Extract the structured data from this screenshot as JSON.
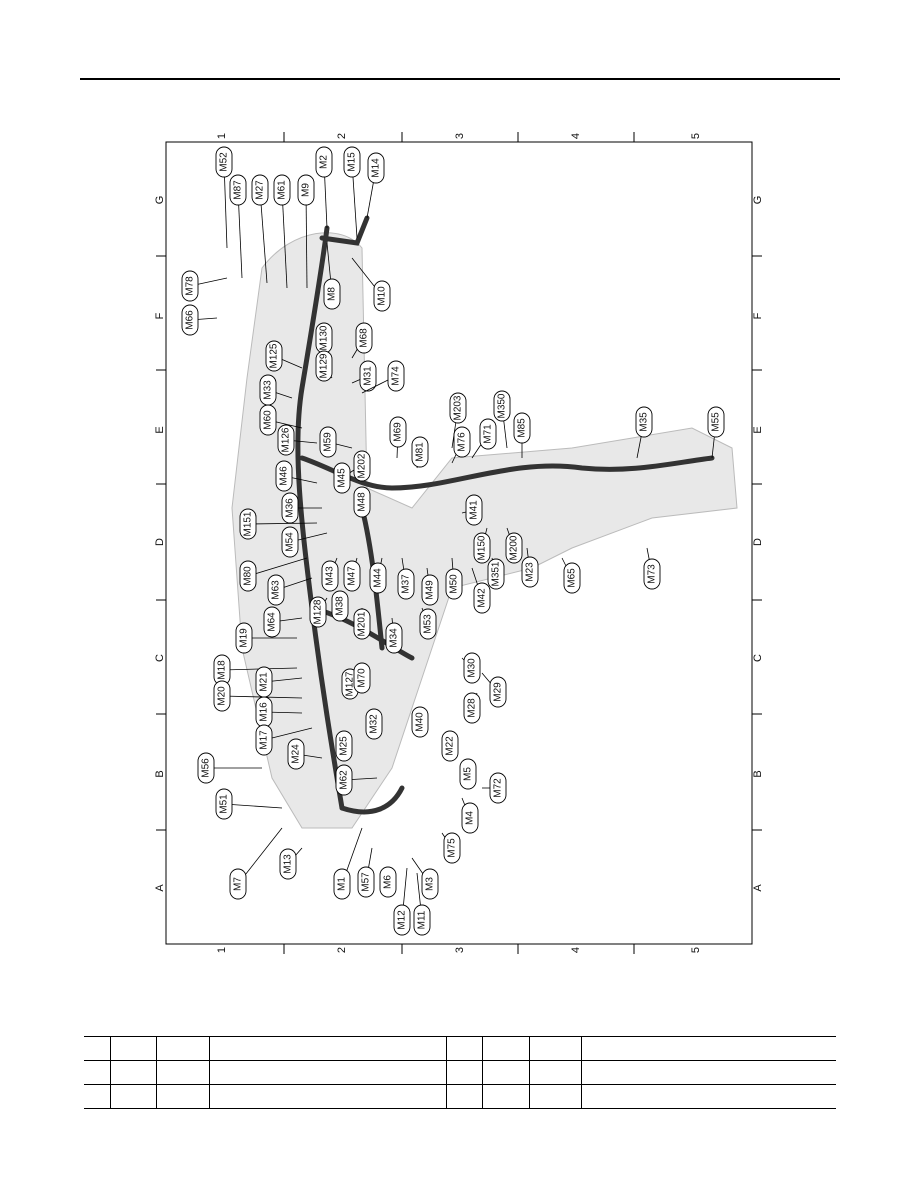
{
  "columns": [
    "1",
    "2",
    "3",
    "4",
    "5"
  ],
  "rows": [
    "G",
    "F",
    "E",
    "D",
    "C",
    "B",
    "A"
  ],
  "connectors": [
    "M52",
    "M87",
    "M27",
    "M61",
    "M9",
    "M2",
    "M15",
    "M14",
    "M78",
    "M66",
    "M8",
    "M10",
    "M125",
    "M130",
    "M68",
    "M33",
    "M129",
    "M31",
    "M74",
    "M60",
    "M126",
    "M59",
    "M69",
    "M203",
    "M350",
    "M35",
    "M55",
    "M46",
    "M45",
    "M202",
    "M48",
    "M81",
    "M76",
    "M71",
    "M85",
    "M36",
    "M151",
    "M54",
    "M41",
    "M150",
    "M200",
    "M80",
    "M63",
    "M43",
    "M47",
    "M44",
    "M37",
    "M49",
    "M50",
    "M42",
    "M351",
    "M23",
    "M65",
    "M73",
    "M19",
    "M64",
    "M128",
    "M38",
    "M201",
    "M34",
    "M53",
    "M18",
    "M21",
    "M20",
    "M127",
    "M70",
    "M30",
    "M29",
    "M28",
    "M16",
    "M17",
    "M32",
    "M40",
    "M22",
    "M56",
    "M24",
    "M25",
    "M5",
    "M72",
    "M51",
    "M62",
    "M4",
    "M75",
    "M3",
    "M1",
    "M57",
    "M6",
    "M7",
    "M13",
    "M12",
    "M11"
  ],
  "legend_rows": 3
}
